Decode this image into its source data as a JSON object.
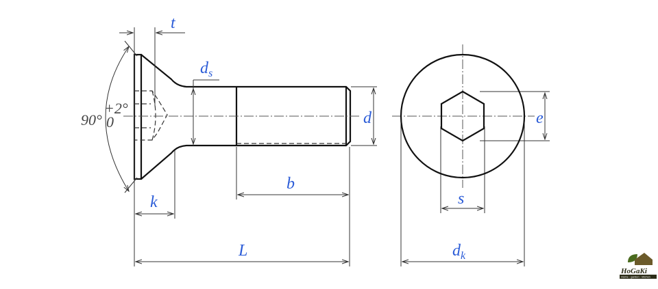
{
  "title": "Hex socket countersunk head screw dimensions",
  "labels": {
    "t": "t",
    "ds": "d",
    "ds_sub": "s",
    "d": "d",
    "e": "e",
    "b": "b",
    "k": "k",
    "s": "s",
    "L": "L",
    "dk": "d",
    "dk_sub": "k"
  },
  "angle": {
    "value": "90°",
    "upper": "+2°",
    "lower": "0"
  },
  "logo": {
    "name": "HoGaKi",
    "tagline": "Home - garden - kitchen"
  },
  "colors": {
    "label": "#2a5bd7",
    "line": "#111111"
  }
}
